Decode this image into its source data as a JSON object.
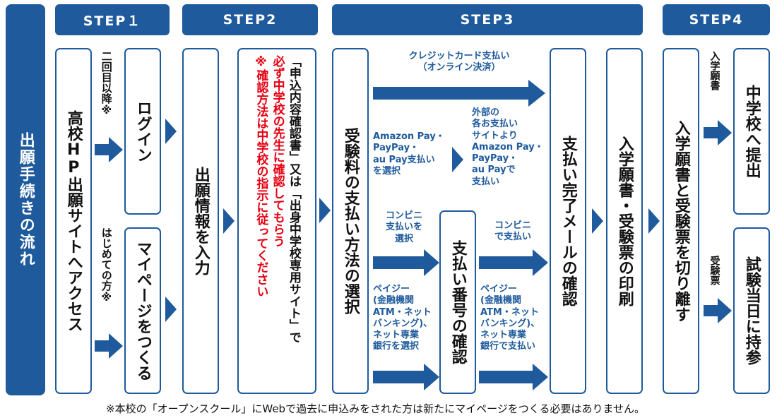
{
  "title": "出願手続きの流れ",
  "steps": [
    "STEP１",
    "STEP2",
    "STEP3",
    "STEP4"
  ],
  "step1": {
    "access": "高校HP出願サイトへアクセス",
    "second_time_note": "二回目以降※",
    "first_time_note": "はじめての方※",
    "login": "ログイン",
    "mypage": "マイページをつくる"
  },
  "step2": {
    "input": "出願情報を入力",
    "confirm_doc_a": "「申込内容確認書」又は「出身中学校専用サイト」で",
    "confirm_doc_b": "必ず中学校の先生に確認してもらう",
    "confirm_doc_c": "※確認方法は中学校の指示に従ってください"
  },
  "step3": {
    "select_payment": "受験料の支払い方法の選択",
    "credit_label_1": "クレジットカード支払い",
    "credit_label_2": "（オンライン決済）",
    "amazon_select": [
      "Amazon Pay・",
      "PayPay・",
      "au Pay支払い",
      "を選択"
    ],
    "external_pay": [
      "外部の",
      "各お支払い",
      "サイトより",
      "Amazon Pay・",
      "PayPay・",
      "au Payで",
      "支払い"
    ],
    "conveni_select": [
      "コンビニ",
      "支払いを",
      "選択"
    ],
    "payeasy_select": [
      "ペイジー",
      "(金融機関",
      "ATM・ネット",
      "バンキング)、",
      "ネット専業",
      "銀行を選択"
    ],
    "payment_number": "支払い番号の確認",
    "conveni_pay": [
      "コンビニ",
      "で支払い"
    ],
    "payeasy_pay": [
      "ペイジー",
      "(金融機関",
      "ATM・ネット",
      "バンキング)、",
      "ネット専業",
      "銀行で支払い"
    ],
    "completion_mail": "支払い完了メールの確認",
    "print": "入学願書・受験票の印刷"
  },
  "step4": {
    "cut": "入学願書と受験票を切り離す",
    "application_label": "入学願書",
    "exam_ticket_label": "受験票",
    "submit": "中学校へ提出",
    "bring": "試験当日に持参"
  },
  "footnote": "※本校の「オープンスクール」にWebで過去に申込みをされた方は新たにマイページをつくる必要はありません。",
  "colors": {
    "primary": "#1e5a9c",
    "alert": "#e60012"
  }
}
